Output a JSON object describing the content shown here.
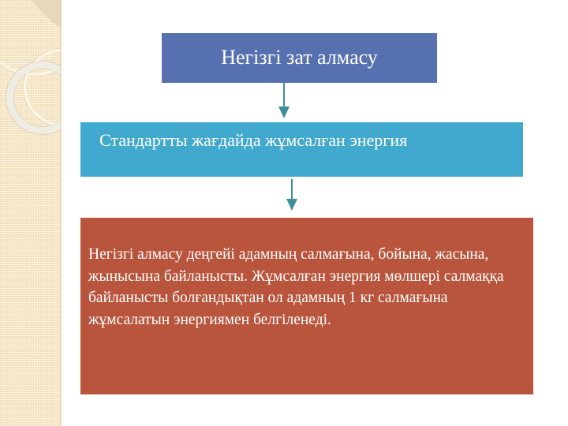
{
  "slide": {
    "title_box": {
      "text": "Негізгі зат алмасу",
      "bg_color": "#5670b0",
      "text_color": "#ffffff"
    },
    "subtitle_box": {
      "text": "Стандартты жағдайда жұмсалған энергия",
      "bg_color": "#41a9cd",
      "text_color": "#ffffff"
    },
    "body_box": {
      "text": "Негізгі алмасу деңгейі адамның салмағына, бойына, жасына, жынысына байланысты. Жұмсалған энергия мөлшері салмаққа байланысты болғандықтан ол адамның 1 кг салмағына жұмсалатын энергиямен белгіленеді.",
      "bg_color": "#b8553c",
      "text_color": "#ffffff"
    },
    "arrows": [
      {
        "name": "arrow-title-to-subtitle",
        "color": "#3e8e9e",
        "direction": "down"
      },
      {
        "name": "arrow-subtitle-to-body",
        "color": "#3e8e9e",
        "direction": "down"
      }
    ],
    "sidebar": {
      "bg_color": "#f6e7c8",
      "decorations": [
        "ring-large",
        "ring-medium",
        "ring-thin",
        "corner-wedge"
      ]
    },
    "background_color": "#ffffff"
  }
}
